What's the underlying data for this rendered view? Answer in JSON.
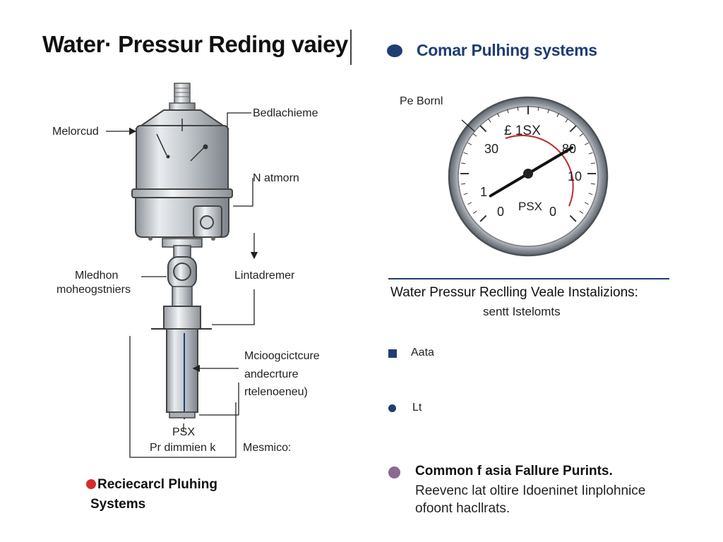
{
  "header": {
    "title": "Water· Pressur Reding vaiey",
    "subtitle": "Comar Pulhing systems"
  },
  "valve_labels": {
    "meloreud": "Melorcud",
    "bedlachieme": "Bedlachieme",
    "nalamorn": "N atmorn",
    "mledhon": "Mledhon",
    "moheogstniers": "moheogstniers",
    "lintadmer": "Lintadremer",
    "microogdure_1": "Mcioogcictcure",
    "microogdure_2": "andecrture",
    "microogdure_3": "rtelenoeneu)",
    "psx": "PSX",
    "pr_dimen": "Pr dimmien k",
    "mesmico": "Mesmico:"
  },
  "gauge": {
    "pointer_label": "Pe Bornl",
    "dial_numbers": [
      "£ 1SX",
      "30",
      "80",
      "10",
      "1",
      "0",
      "0"
    ],
    "unit": "PSX",
    "needle_fraction": 0.72,
    "colors": {
      "bezel": "#9aa0a8",
      "red_arc": "#c0282d",
      "needle": "#111111"
    }
  },
  "right_panel": {
    "heading": "Water Pressur Reclling Veale Instalizions:",
    "subheading": "sentt Istelomts",
    "items": [
      {
        "icon": "square-bullet-icon",
        "label": "Aata",
        "color": "#1f3d73"
      },
      {
        "icon": "circle-bullet-icon",
        "label": "Lt",
        "color": "#1f3d73"
      }
    ],
    "failure": {
      "title": "Common f asia Fallure Purints.",
      "line1": "Reevenc lat oltire Idoeninet Iinplohnice",
      "line2": "ofoont hacllrats.",
      "color": "#8a6a8f"
    }
  },
  "footer": {
    "line1": "Reciecarcl Pluhing",
    "line2": "Systems",
    "dot_color": "#d62b2b"
  }
}
